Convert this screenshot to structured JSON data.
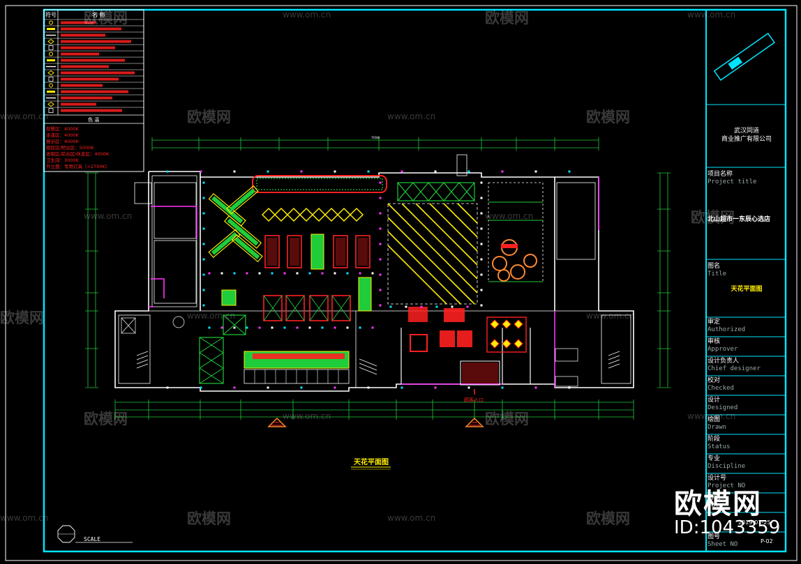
{
  "legend": {
    "header_symbol": "符号",
    "header_name": "名 称",
    "color_temp_header": "色 温",
    "color_temps": [
      "就餐区：4000K",
      "走道区：4000K",
      "展示区：4000K",
      "厨房区/吧台区：5000K",
      "收银区/前台区/休息区：4000K",
      "卫生间：3000K",
      "外立面：专用灯具（<2700K）"
    ]
  },
  "drawing": {
    "title": "天花平面图",
    "entrance_label": "顾客入口",
    "scale_label": "SCALE",
    "dim_total": "79200"
  },
  "title_block": {
    "company_line1": "武汉同道",
    "company_line2": "商业推广有限公司",
    "project_label_cn": "项目名称",
    "project_label_en": "Project title",
    "project_value": "北山超市一东辰心选店",
    "drawing_label_cn": "图名",
    "drawing_label_en": "Title",
    "drawing_value": "天花平面图",
    "rows": [
      {
        "cn": "审定",
        "en": "Authorized"
      },
      {
        "cn": "审核",
        "en": "Approver"
      },
      {
        "cn": "设计负责人",
        "en": "Chief designer"
      },
      {
        "cn": "校对",
        "en": "Checked"
      },
      {
        "cn": "设计",
        "en": "Designed"
      },
      {
        "cn": "绘图",
        "en": "Drawn"
      },
      {
        "cn": "阶段",
        "en": "Status"
      },
      {
        "cn": "专业",
        "en": "Discipline"
      },
      {
        "cn": "设计号",
        "en": "Project NO"
      },
      {
        "cn": "日期",
        "en": "Date"
      },
      {
        "cn": "图号",
        "en": "Sheet NO"
      }
    ],
    "date_value": "2019-07-25",
    "sheet_value": "P-02"
  },
  "watermark": {
    "brand": "欧模网",
    "url": "www.om.cn",
    "id_text": "ID:1043359"
  },
  "colors": {
    "frame": "#00e5ff",
    "wall": "#ffffff",
    "red": "#ff2020",
    "yellow": "#ffee00",
    "green": "#1fcc3a",
    "magenta": "#ff33ff"
  }
}
